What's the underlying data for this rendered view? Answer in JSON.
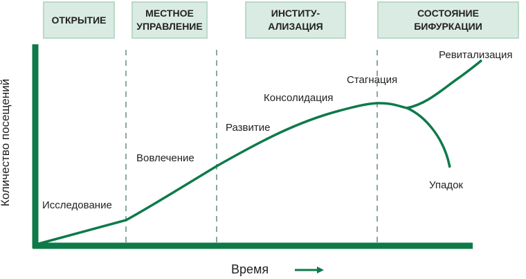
{
  "phases": [
    {
      "name": "ОТКРЫТИЕ"
    },
    {
      "name": "МЕСТНОЕ\nУПРАВЛЕНИЕ"
    },
    {
      "name": "ИНСТИТУ-\nАЛИЗАЦИЯ"
    },
    {
      "name": "СОСТОЯНИЕ\nБИФУРКАЦИИ"
    }
  ],
  "stages": {
    "exploration": "Исследование",
    "involvement": "Вовлечение",
    "development": "Развитие",
    "consolidation": "Консолидация",
    "stagnation": "Стагнация",
    "revitalization": "Ревитализация",
    "decline": "Упадок"
  },
  "axes": {
    "y_label": "Количество посещений",
    "x_label": "Время"
  },
  "colors": {
    "curve": "#0e7a4a",
    "box_fill": "#d9ebe3",
    "box_border": "#b9d9c9",
    "divider": "#8aa89a"
  }
}
